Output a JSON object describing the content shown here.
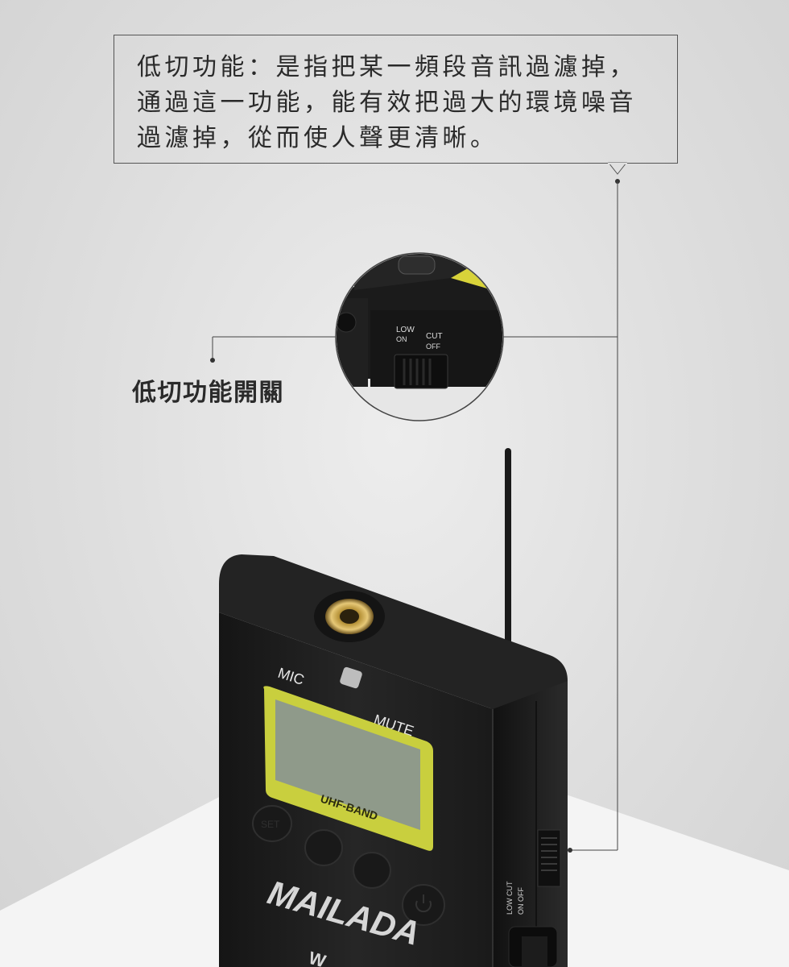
{
  "callout": {
    "text": "低切功能：是指把某一頻段音訊過濾掉，\n通過這一功能，能有效把過大的環境噪音\n過濾掉，從而使人聲更清晰。"
  },
  "switch_label": "低切功能開關",
  "zoom_inset": {
    "low_label": "LOW",
    "cut_label": "CUT",
    "on_label": "ON",
    "off_label": "OFF"
  },
  "device": {
    "mic_label": "MIC",
    "mute_label": "MUTE",
    "band_label": "UHF-BAND",
    "set_button_label": "SET",
    "brand": "MAILADA",
    "model_prefix": "W",
    "side_switch_label_1": "LOW CUT",
    "side_switch_label_2": "ON  OFF"
  },
  "colors": {
    "background": "#e1e1e1",
    "device_body": "#1e1e1e",
    "screen_frame": "#c9cf3e",
    "text": "#2a2a2a"
  },
  "icons": [
    "power-icon",
    "left-arrow-button-icon",
    "right-arrow-button-icon"
  ]
}
